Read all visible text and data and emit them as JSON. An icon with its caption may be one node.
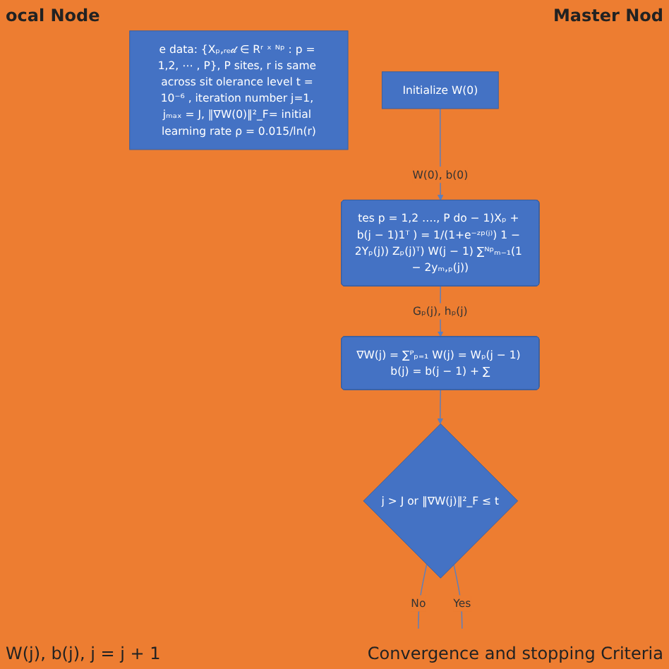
{
  "diagram": {
    "nodes": [
      {
        "text": [
          "e data: {Xₚ,ᵣₑ𝒹 ∈ Rʳ ˣ ᴺᵖ : p = 1,2, ⋯ , P}, P sites, r is same across sit olerance level t = 10⁻⁶ , iteration number j=1, jₘₐₓ = J, ‖∇W(0)‖²_F= initial learning rate ρ = 0.015/ln(r)"
        ]
      },
      {
        "text": [
          "tes p = 1,2 …., P do − 1)Xₚ + b(j − 1)1ᵀ ) = 1/(1+e⁻ᶻᵖ⁽ʲ⁾) 1 − 2Yₚ(j)) Zₚ(j)ᵀ) W(j − 1) ∑ᴺᵖₘ₋₁(1 − 2yₘ,ₚ(j))"
        ]
      },
      {
        "text": [
          "Initialize W(0)"
        ]
      },
      {
        "text": [
          "∇W(j) = ∑ᴾₚ₌₁ W(j) = Wₚ(j − 1) b(j) = b(j − 1) + ∑"
        ]
      },
      {
        "text": [
          "j > J or ‖∇W(j)‖²_F ≤ t"
        ],
        "beside": [
          "Convergence and stopping Criteria"
        ]
      }
    ],
    "edges": [
      {
        "from": 2,
        "to": 1,
        "arrow": "to",
        "label": "W(0), b(0)"
      },
      {
        "from": 1,
        "to": 3,
        "arrow": "to",
        "label": "Gₚ(j), hₚ(j)"
      },
      {
        "from": 3,
        "to": 4,
        "arrow": "to"
      },
      {
        "from": 4,
        "to": null,
        "arrow": "none",
        "label": "No"
      },
      {
        "from": 4,
        "to": null,
        "arrow": "none",
        "label": "Yes"
      }
    ],
    "labels": [
      "ocal Node",
      "Master Nod",
      "W(j), b(j), j = j + 1"
    ]
  }
}
